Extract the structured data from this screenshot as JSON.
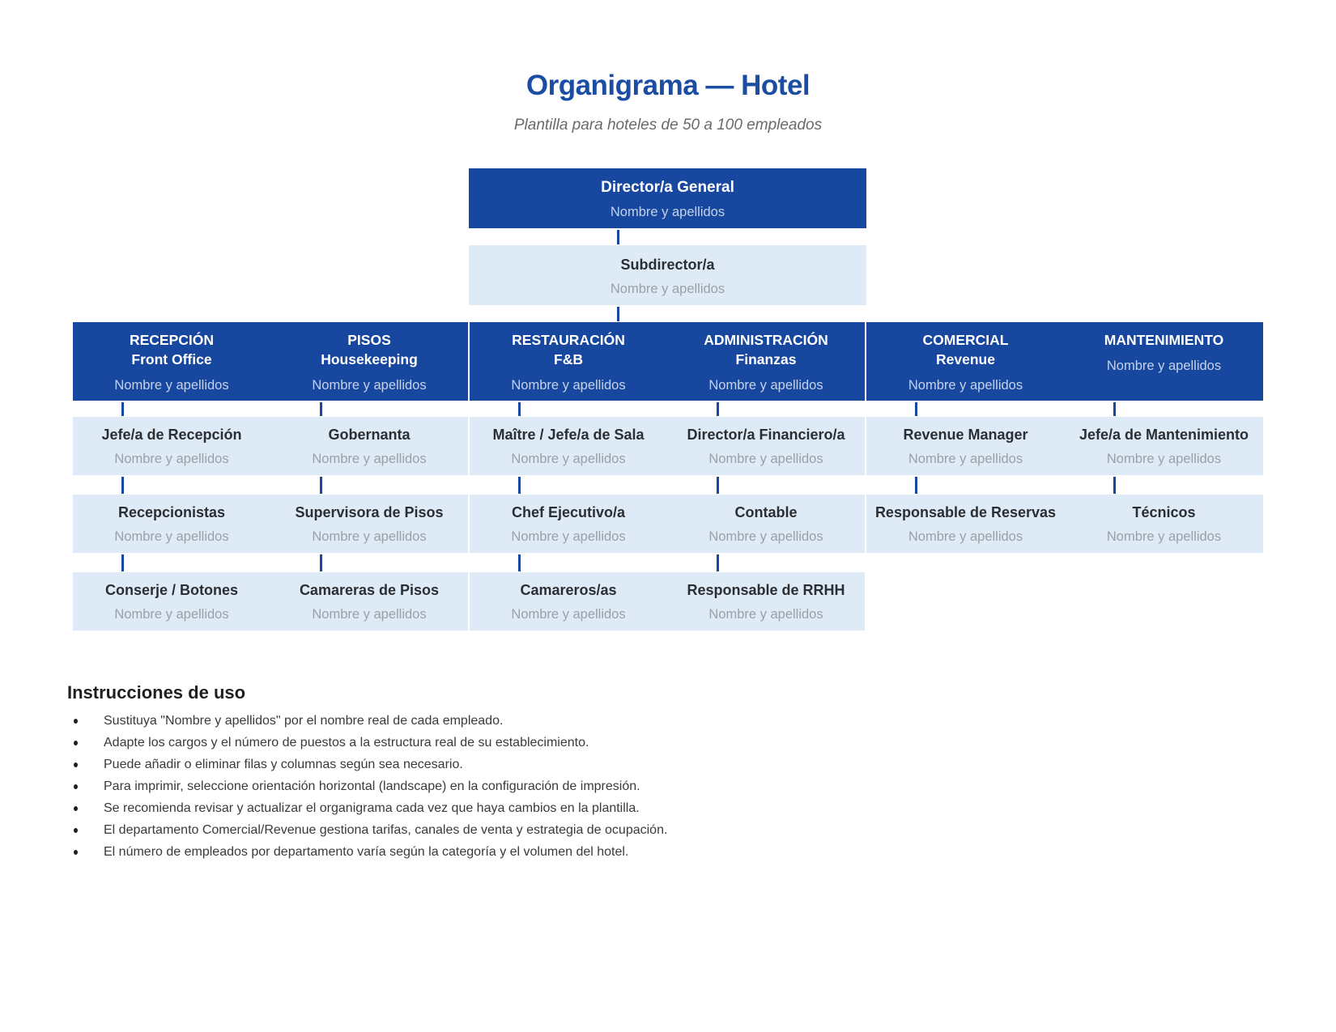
{
  "page": {
    "title": "Organigrama — Hotel",
    "subtitle": "Plantilla para hoteles de 50 a 100 empleados"
  },
  "colors": {
    "box_dark_blue": "#17479e",
    "box_light_blue": "#deebf7",
    "title_blue": "#1b4da3"
  },
  "chart": {
    "director": {
      "title": "Director/a General",
      "name": "Nombre y apellidos"
    },
    "subdirector": {
      "title": "Subdirector/a",
      "name": "Nombre y apellidos"
    },
    "departments": [
      {
        "dept": "RECEPCIÓN",
        "sub": "Front Office",
        "name": "Nombre y apellidos"
      },
      {
        "dept": "PISOS",
        "sub": "Housekeeping",
        "name": "Nombre y apellidos"
      },
      {
        "dept": "RESTAURACIÓN",
        "sub": "F&B",
        "name": "Nombre y apellidos"
      },
      {
        "dept": "ADMINISTRACIÓN",
        "sub": "Finanzas",
        "name": "Nombre y apellidos"
      },
      {
        "dept": "COMERCIAL",
        "sub": "Revenue",
        "name": "Nombre y apellidos"
      },
      {
        "dept": "MANTENIMIENTO",
        "name": "Nombre y apellidos"
      }
    ],
    "managers": [
      {
        "title": "Jefe/a de Recepción",
        "name": "Nombre y apellidos"
      },
      {
        "title": "Gobernanta",
        "name": "Nombre y apellidos"
      },
      {
        "title": "Maître / Jefe/a de Sala",
        "name": "Nombre y apellidos"
      },
      {
        "title": "Director/a Financiero/a",
        "name": "Nombre y apellidos"
      },
      {
        "title": "Revenue Manager",
        "name": "Nombre y apellidos"
      },
      {
        "title": "Jefe/a de Mantenimiento",
        "name": "Nombre y apellidos"
      }
    ],
    "staff": [
      {
        "title": "Recepcionistas",
        "name": "Nombre y apellidos"
      },
      {
        "title": "Supervisora de Pisos",
        "name": "Nombre y apellidos"
      },
      {
        "title": "Chef Ejecutivo/a",
        "name": "Nombre y apellidos"
      },
      {
        "title": "Contable",
        "name": "Nombre y apellidos"
      },
      {
        "title": "Responsable de Reservas",
        "name": "Nombre y apellidos"
      },
      {
        "title": "Técnicos",
        "name": "Nombre y apellidos"
      }
    ],
    "support": [
      {
        "title": "Conserje / Botones",
        "name": "Nombre y apellidos"
      },
      {
        "title": "Camareras de Pisos",
        "name": "Nombre y apellidos"
      },
      {
        "title": "Camareros/as",
        "name": "Nombre y apellidos"
      },
      {
        "title": "Responsable de RRHH",
        "name": "Nombre y apellidos"
      }
    ]
  },
  "instructions": {
    "heading": "Instrucciones de uso",
    "items": [
      "Sustituya \"Nombre y apellidos\" por el nombre real de cada empleado.",
      "Adapte los cargos y el número de puestos a la estructura real de su establecimiento.",
      "Puede añadir o eliminar filas y columnas según sea necesario.",
      "Para imprimir, seleccione orientación horizontal (landscape) en la configuración de impresión.",
      "Se recomienda revisar y actualizar el organigrama cada vez que haya cambios en la plantilla.",
      "El departamento Comercial/Revenue gestiona tarifas, canales de venta y estrategia de ocupación.",
      "El número de empleados por departamento varía según la categoría y el volumen del hotel."
    ]
  }
}
